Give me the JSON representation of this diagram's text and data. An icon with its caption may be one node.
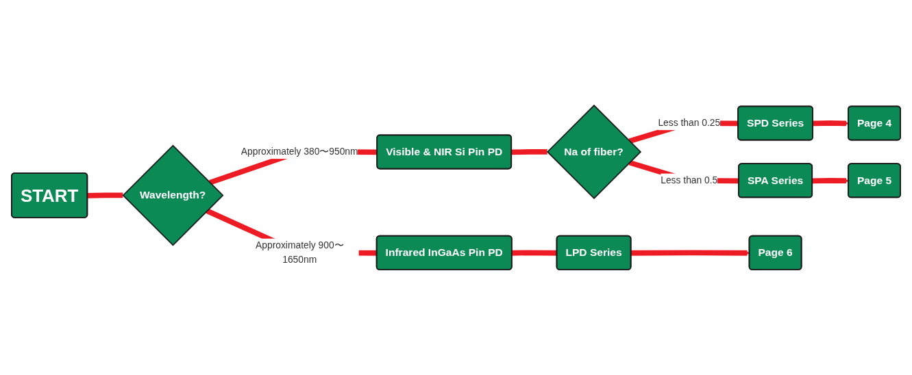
{
  "diagram": {
    "nodes": [
      {
        "text": [
          "START"
        ]
      },
      {
        "text": [
          "Wavelength?"
        ]
      },
      {
        "text": [
          "Visible & NIR Si Pin PD"
        ]
      },
      {
        "text": [
          "Infrared InGaAs Pin PD"
        ]
      },
      {
        "text": [
          "Na of fiber?"
        ]
      },
      {
        "text": [
          "SPD Series"
        ]
      },
      {
        "text": [
          "SPA Series"
        ]
      },
      {
        "text": [
          "LPD Series"
        ]
      },
      {
        "text": [
          "Page 4"
        ]
      },
      {
        "text": [
          "Page 5"
        ]
      },
      {
        "text": [
          "Page 6"
        ]
      }
    ],
    "edges": [
      {
        "from": 0,
        "to": 1,
        "arrow": "none"
      },
      {
        "from": 1,
        "to": 2,
        "arrow": "none",
        "label": "Approximately 380〜950nm"
      },
      {
        "from": 1,
        "to": 3,
        "arrow": "none",
        "label": "Approximately 900〜1650nm"
      },
      {
        "from": 2,
        "to": 4,
        "arrow": "none"
      },
      {
        "from": 4,
        "to": 5,
        "arrow": "none",
        "label": "Less than 0.25"
      },
      {
        "from": 4,
        "to": 6,
        "arrow": "none",
        "label": "Less than 0.5"
      },
      {
        "from": 3,
        "to": 7,
        "arrow": "none"
      },
      {
        "from": 5,
        "to": 8,
        "arrow": "to"
      },
      {
        "from": 6,
        "to": 9,
        "arrow": "to"
      },
      {
        "from": 7,
        "to": 10,
        "arrow": "to"
      }
    ]
  }
}
